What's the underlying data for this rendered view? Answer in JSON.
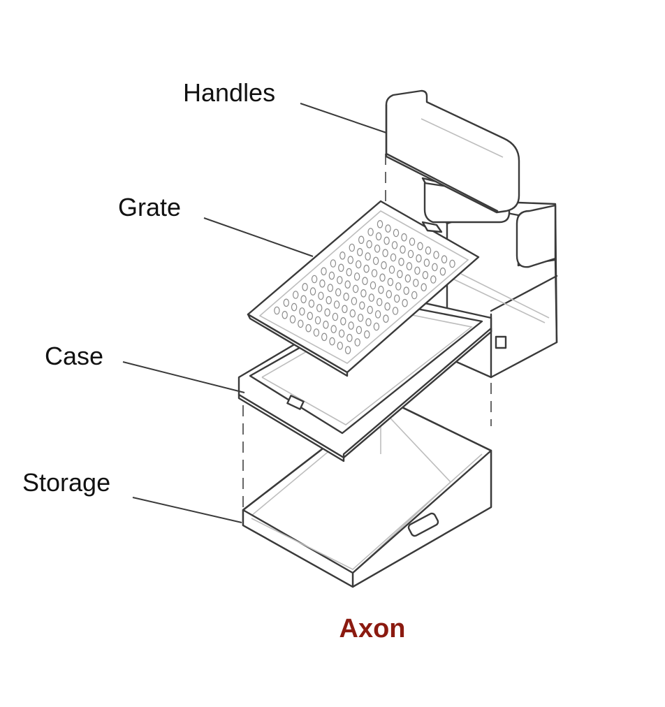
{
  "labels": {
    "handles": "Handles",
    "grate": "Grate",
    "case": "Case",
    "storage": "Storage"
  },
  "brand": {
    "name": "Axon",
    "color": "#8b1a10"
  },
  "grate_holes": {
    "rows": 10,
    "cols": 12
  }
}
